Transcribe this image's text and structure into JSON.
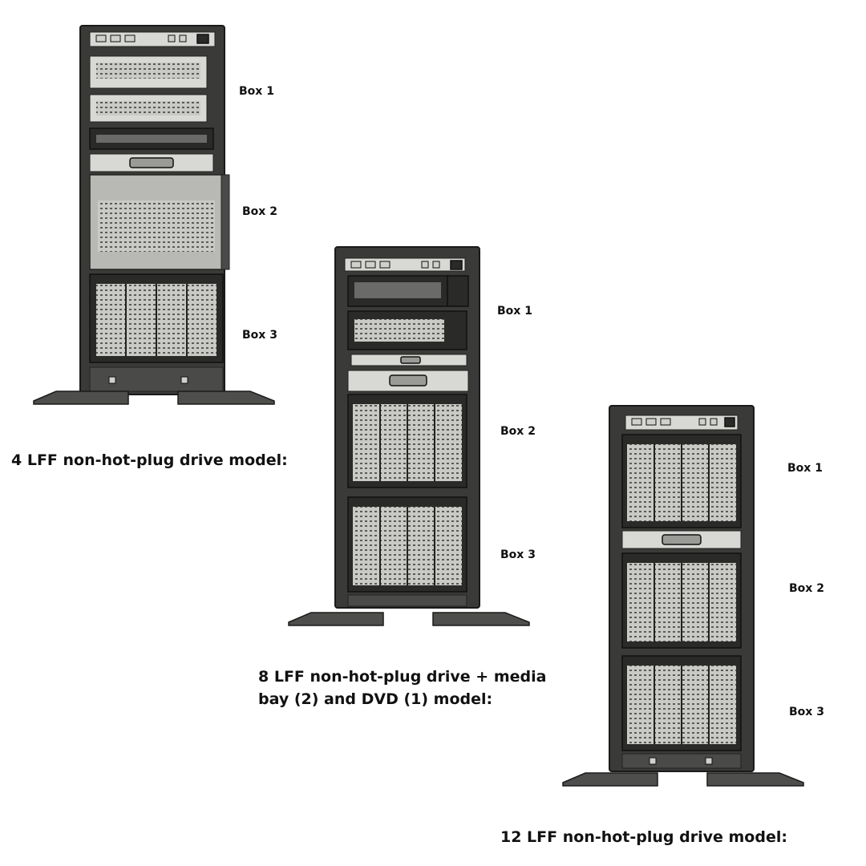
{
  "models": [
    {
      "caption_lines": [
        "4 LFF non-hot-plug drive model:"
      ],
      "boxes": [
        "Box 1",
        "Box 2",
        "Box 3"
      ]
    },
    {
      "caption_lines": [
        "8 LFF non-hot-plug drive + media",
        "bay (2) and DVD (1) model:"
      ],
      "boxes": [
        "Box 1",
        "Box 2",
        "Box 3"
      ]
    },
    {
      "caption_lines": [
        "12 LFF non-hot-plug drive model:"
      ],
      "boxes": [
        "Box 1",
        "Box 2",
        "Box 3"
      ]
    }
  ],
  "colors": {
    "chassis": "#3a3a38",
    "bay_panel": "#b8b8b4",
    "background": "#ffffff"
  }
}
